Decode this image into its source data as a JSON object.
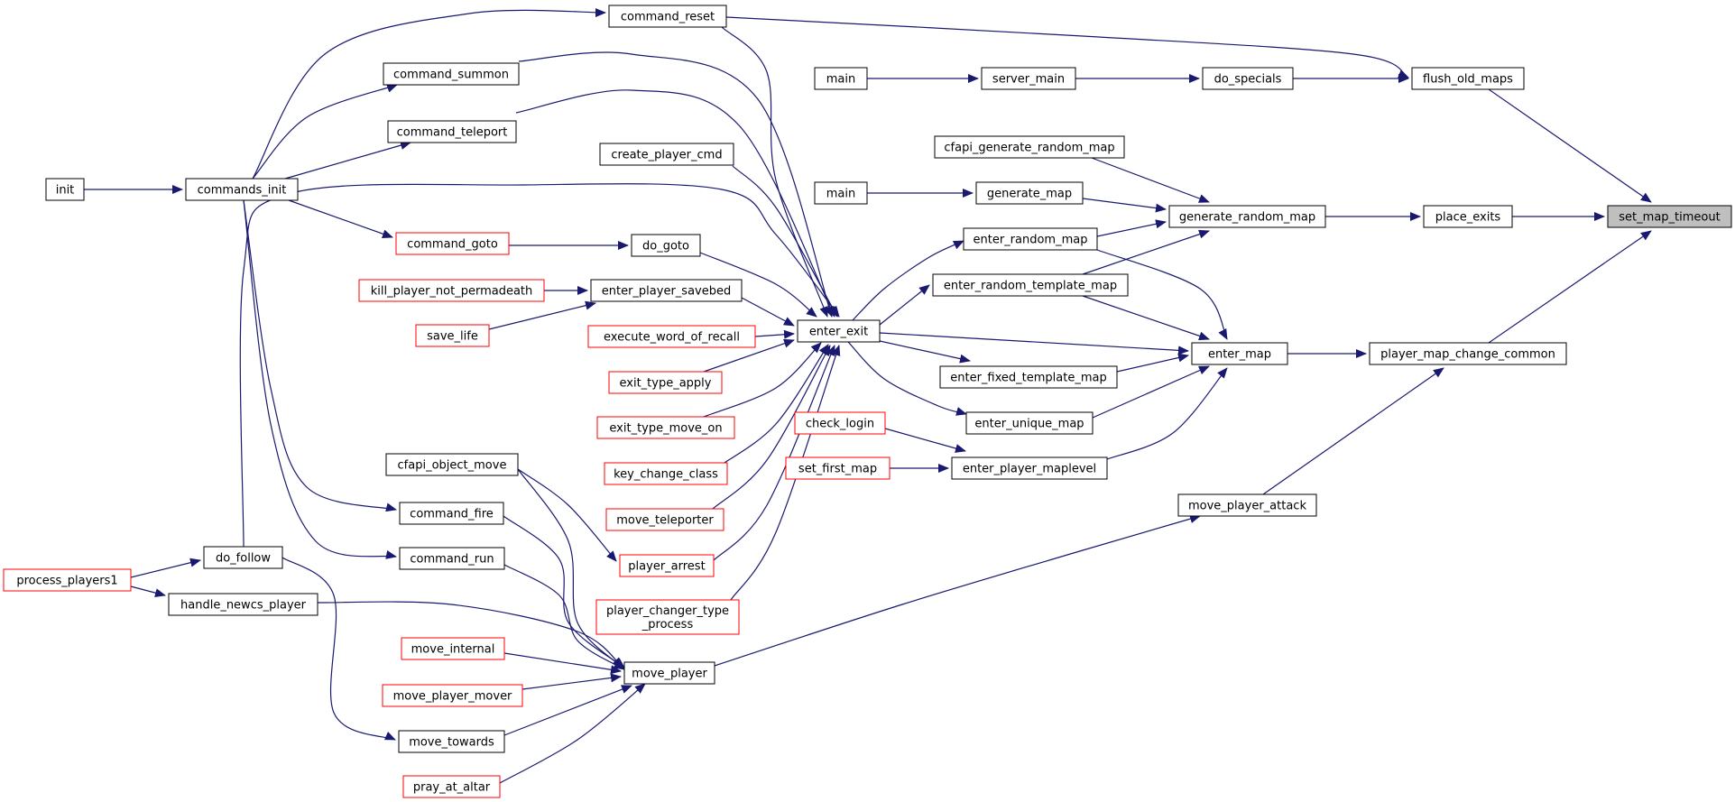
{
  "colors": {
    "edge": "#191970",
    "box_border": "#000000",
    "truncated_border": "#ff0000",
    "highlight_fill": "#bfbfbf",
    "background": "#ffffff"
  },
  "nodes": {
    "set_map_timeout": {
      "label": "set_map_timeout",
      "style": "highlight"
    },
    "flush_old_maps": {
      "label": "flush_old_maps",
      "style": "normal"
    },
    "place_exits": {
      "label": "place_exits",
      "style": "normal"
    },
    "player_map_change_common": {
      "label": "player_map_change_common",
      "style": "normal"
    },
    "command_reset": {
      "label": "command_reset",
      "style": "normal"
    },
    "do_specials": {
      "label": "do_specials",
      "style": "normal"
    },
    "server_main": {
      "label": "server_main",
      "style": "normal"
    },
    "main_a": {
      "label": "main",
      "style": "normal"
    },
    "main_b": {
      "label": "main",
      "style": "normal"
    },
    "generate_random_map": {
      "label": "generate_random_map",
      "style": "normal"
    },
    "cfapi_generate_random_map": {
      "label": "cfapi_generate_random_map",
      "style": "normal"
    },
    "generate_map": {
      "label": "generate_map",
      "style": "normal"
    },
    "enter_random_map": {
      "label": "enter_random_map",
      "style": "normal"
    },
    "enter_random_template_map": {
      "label": "enter_random_template_map",
      "style": "normal"
    },
    "enter_map": {
      "label": "enter_map",
      "style": "normal"
    },
    "enter_exit": {
      "label": "enter_exit",
      "style": "normal"
    },
    "enter_fixed_template_map": {
      "label": "enter_fixed_template_map",
      "style": "normal"
    },
    "enter_unique_map": {
      "label": "enter_unique_map",
      "style": "normal"
    },
    "enter_player_maplevel": {
      "label": "enter_player_maplevel",
      "style": "normal"
    },
    "check_login": {
      "label": "check_login",
      "style": "truncated"
    },
    "set_first_map": {
      "label": "set_first_map",
      "style": "truncated"
    },
    "move_player_attack": {
      "label": "move_player_attack",
      "style": "normal"
    },
    "move_player": {
      "label": "move_player",
      "style": "normal"
    },
    "command_summon": {
      "label": "command_summon",
      "style": "normal"
    },
    "command_teleport": {
      "label": "command_teleport",
      "style": "normal"
    },
    "create_player_cmd": {
      "label": "create_player_cmd",
      "style": "normal"
    },
    "commands_init": {
      "label": "commands_init",
      "style": "normal"
    },
    "init": {
      "label": "init",
      "style": "normal"
    },
    "command_goto": {
      "label": "command_goto",
      "style": "truncated"
    },
    "do_goto": {
      "label": "do_goto",
      "style": "normal"
    },
    "kill_player_not_permadeath": {
      "label": "kill_player_not_permadeath",
      "style": "truncated"
    },
    "enter_player_savebed": {
      "label": "enter_player_savebed",
      "style": "normal"
    },
    "save_life": {
      "label": "save_life",
      "style": "truncated"
    },
    "execute_word_of_recall": {
      "label": "execute_word_of_recall",
      "style": "truncated"
    },
    "exit_type_apply": {
      "label": "exit_type_apply",
      "style": "truncated"
    },
    "exit_type_move_on": {
      "label": "exit_type_move_on",
      "style": "truncated"
    },
    "key_change_class": {
      "label": "key_change_class",
      "style": "truncated"
    },
    "move_teleporter": {
      "label": "move_teleporter",
      "style": "truncated"
    },
    "player_arrest": {
      "label": "player_arrest",
      "style": "truncated"
    },
    "player_changer_type_process": {
      "label": "player_changer_type\n_process",
      "style": "truncated"
    },
    "cfapi_object_move": {
      "label": "cfapi_object_move",
      "style": "normal"
    },
    "command_fire": {
      "label": "command_fire",
      "style": "normal"
    },
    "command_run": {
      "label": "command_run",
      "style": "normal"
    },
    "do_follow": {
      "label": "do_follow",
      "style": "normal"
    },
    "process_players1": {
      "label": "process_players1",
      "style": "truncated"
    },
    "handle_newcs_player": {
      "label": "handle_newcs_player",
      "style": "normal"
    },
    "move_internal": {
      "label": "move_internal",
      "style": "truncated"
    },
    "move_player_mover": {
      "label": "move_player_mover",
      "style": "truncated"
    },
    "move_towards": {
      "label": "move_towards",
      "style": "normal"
    },
    "pray_at_altar": {
      "label": "pray_at_altar",
      "style": "truncated"
    }
  },
  "edges": [
    {
      "from": "flush_old_maps",
      "to": "set_map_timeout"
    },
    {
      "from": "place_exits",
      "to": "set_map_timeout"
    },
    {
      "from": "player_map_change_common",
      "to": "set_map_timeout"
    },
    {
      "from": "command_reset",
      "to": "flush_old_maps"
    },
    {
      "from": "do_specials",
      "to": "flush_old_maps"
    },
    {
      "from": "server_main",
      "to": "do_specials"
    },
    {
      "from": "main_a",
      "to": "server_main"
    },
    {
      "from": "generate_random_map",
      "to": "place_exits"
    },
    {
      "from": "cfapi_generate_random_map",
      "to": "generate_random_map"
    },
    {
      "from": "generate_map",
      "to": "generate_random_map"
    },
    {
      "from": "enter_random_map",
      "to": "generate_random_map"
    },
    {
      "from": "enter_random_template_map",
      "to": "generate_random_map"
    },
    {
      "from": "main_b",
      "to": "generate_map"
    },
    {
      "from": "enter_map",
      "to": "player_map_change_common"
    },
    {
      "from": "move_player_attack",
      "to": "player_map_change_common"
    },
    {
      "from": "enter_random_map",
      "to": "enter_map"
    },
    {
      "from": "enter_random_template_map",
      "to": "enter_map"
    },
    {
      "from": "enter_exit",
      "to": "enter_map"
    },
    {
      "from": "enter_fixed_template_map",
      "to": "enter_map"
    },
    {
      "from": "enter_unique_map",
      "to": "enter_map"
    },
    {
      "from": "enter_player_maplevel",
      "to": "enter_map"
    },
    {
      "from": "enter_exit",
      "to": "enter_random_map"
    },
    {
      "from": "enter_exit",
      "to": "enter_random_template_map"
    },
    {
      "from": "enter_exit",
      "to": "enter_fixed_template_map"
    },
    {
      "from": "enter_exit",
      "to": "enter_unique_map"
    },
    {
      "from": "check_login",
      "to": "enter_player_maplevel"
    },
    {
      "from": "set_first_map",
      "to": "enter_player_maplevel"
    },
    {
      "from": "move_player",
      "to": "move_player_attack"
    },
    {
      "from": "command_reset",
      "to": "enter_exit"
    },
    {
      "from": "command_summon",
      "to": "enter_exit"
    },
    {
      "from": "command_teleport",
      "to": "enter_exit"
    },
    {
      "from": "create_player_cmd",
      "to": "enter_exit"
    },
    {
      "from": "do_follow",
      "to": "enter_exit"
    },
    {
      "from": "do_goto",
      "to": "enter_exit"
    },
    {
      "from": "enter_player_savebed",
      "to": "enter_exit"
    },
    {
      "from": "execute_word_of_recall",
      "to": "enter_exit"
    },
    {
      "from": "exit_type_apply",
      "to": "enter_exit"
    },
    {
      "from": "exit_type_move_on",
      "to": "enter_exit"
    },
    {
      "from": "key_change_class",
      "to": "enter_exit"
    },
    {
      "from": "move_teleporter",
      "to": "enter_exit"
    },
    {
      "from": "player_arrest",
      "to": "enter_exit"
    },
    {
      "from": "player_changer_type_process",
      "to": "enter_exit"
    },
    {
      "from": "commands_init",
      "to": "command_reset"
    },
    {
      "from": "commands_init",
      "to": "command_summon"
    },
    {
      "from": "commands_init",
      "to": "command_teleport"
    },
    {
      "from": "commands_init",
      "to": "command_goto"
    },
    {
      "from": "commands_init",
      "to": "command_fire"
    },
    {
      "from": "commands_init",
      "to": "command_run"
    },
    {
      "from": "init",
      "to": "commands_init"
    },
    {
      "from": "command_goto",
      "to": "do_goto"
    },
    {
      "from": "kill_player_not_permadeath",
      "to": "enter_player_savebed"
    },
    {
      "from": "save_life",
      "to": "enter_player_savebed"
    },
    {
      "from": "cfapi_object_move",
      "to": "player_arrest"
    },
    {
      "from": "cfapi_object_move",
      "to": "move_player"
    },
    {
      "from": "command_fire",
      "to": "move_player"
    },
    {
      "from": "command_run",
      "to": "move_player"
    },
    {
      "from": "handle_newcs_player",
      "to": "move_player"
    },
    {
      "from": "move_internal",
      "to": "move_player"
    },
    {
      "from": "move_player_mover",
      "to": "move_player"
    },
    {
      "from": "move_towards",
      "to": "move_player"
    },
    {
      "from": "pray_at_altar",
      "to": "move_player"
    },
    {
      "from": "process_players1",
      "to": "do_follow"
    },
    {
      "from": "process_players1",
      "to": "handle_newcs_player"
    },
    {
      "from": "do_follow",
      "to": "move_towards"
    }
  ]
}
